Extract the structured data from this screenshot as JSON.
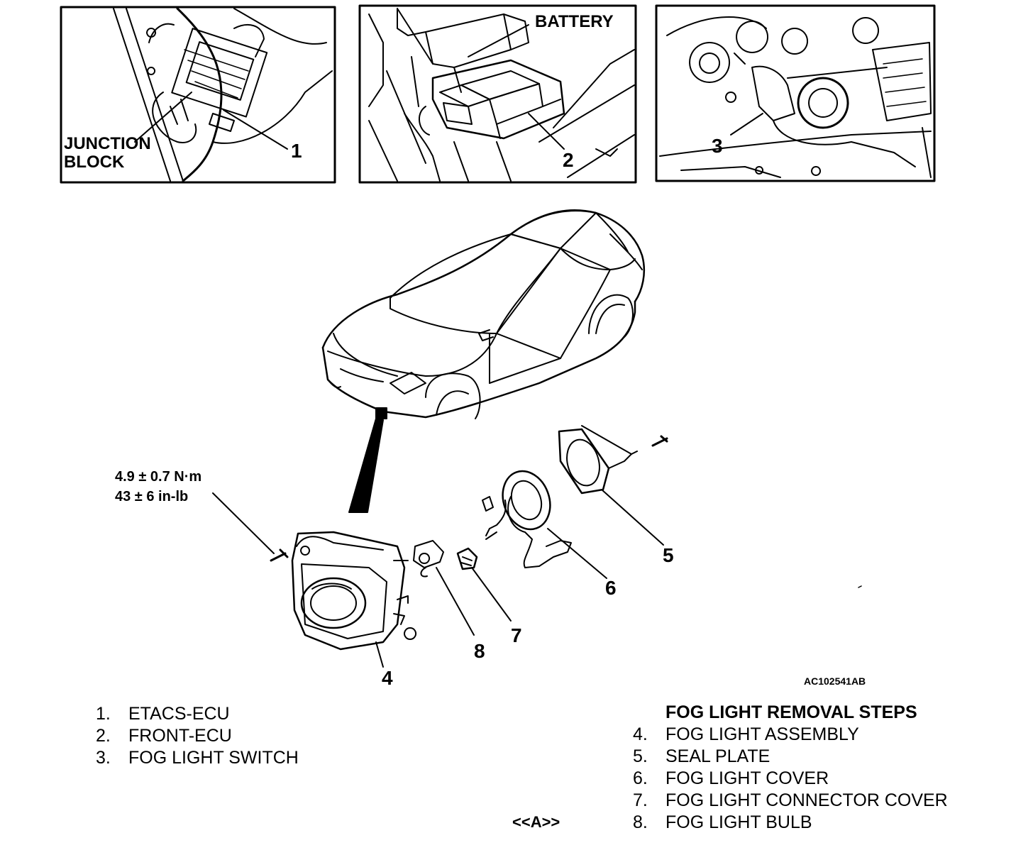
{
  "insets": {
    "left": {
      "label_line1": "JUNCTION",
      "label_line2": "BLOCK",
      "callout": "1"
    },
    "center": {
      "label": "BATTERY",
      "callout": "2"
    },
    "right": {
      "callout": "3"
    }
  },
  "main": {
    "torque": {
      "metric": "4.9 ± 0.7 N·m",
      "imperial": "43 ± 6 in-lb"
    },
    "callouts": {
      "c4": "4",
      "c5": "5",
      "c6": "6",
      "c7": "7",
      "c8": "8"
    },
    "figure_code": "AC102541AB"
  },
  "legend_left": [
    {
      "num": "1.",
      "text": "ETACS-ECU"
    },
    {
      "num": "2.",
      "text": "FRONT-ECU"
    },
    {
      "num": "3.",
      "text": "FOG LIGHT SWITCH"
    }
  ],
  "legend_right": {
    "title": "FOG LIGHT REMOVAL STEPS",
    "items": [
      {
        "num": "4.",
        "text": "FOG LIGHT ASSEMBLY"
      },
      {
        "num": "5.",
        "text": "SEAL PLATE"
      },
      {
        "num": "6.",
        "text": "FOG LIGHT COVER"
      },
      {
        "num": "7.",
        "text": "FOG LIGHT CONNECTOR COVER"
      },
      {
        "num": "8.",
        "text": "FOG LIGHT BULB"
      }
    ]
  },
  "reference_mark": "<<A>>"
}
